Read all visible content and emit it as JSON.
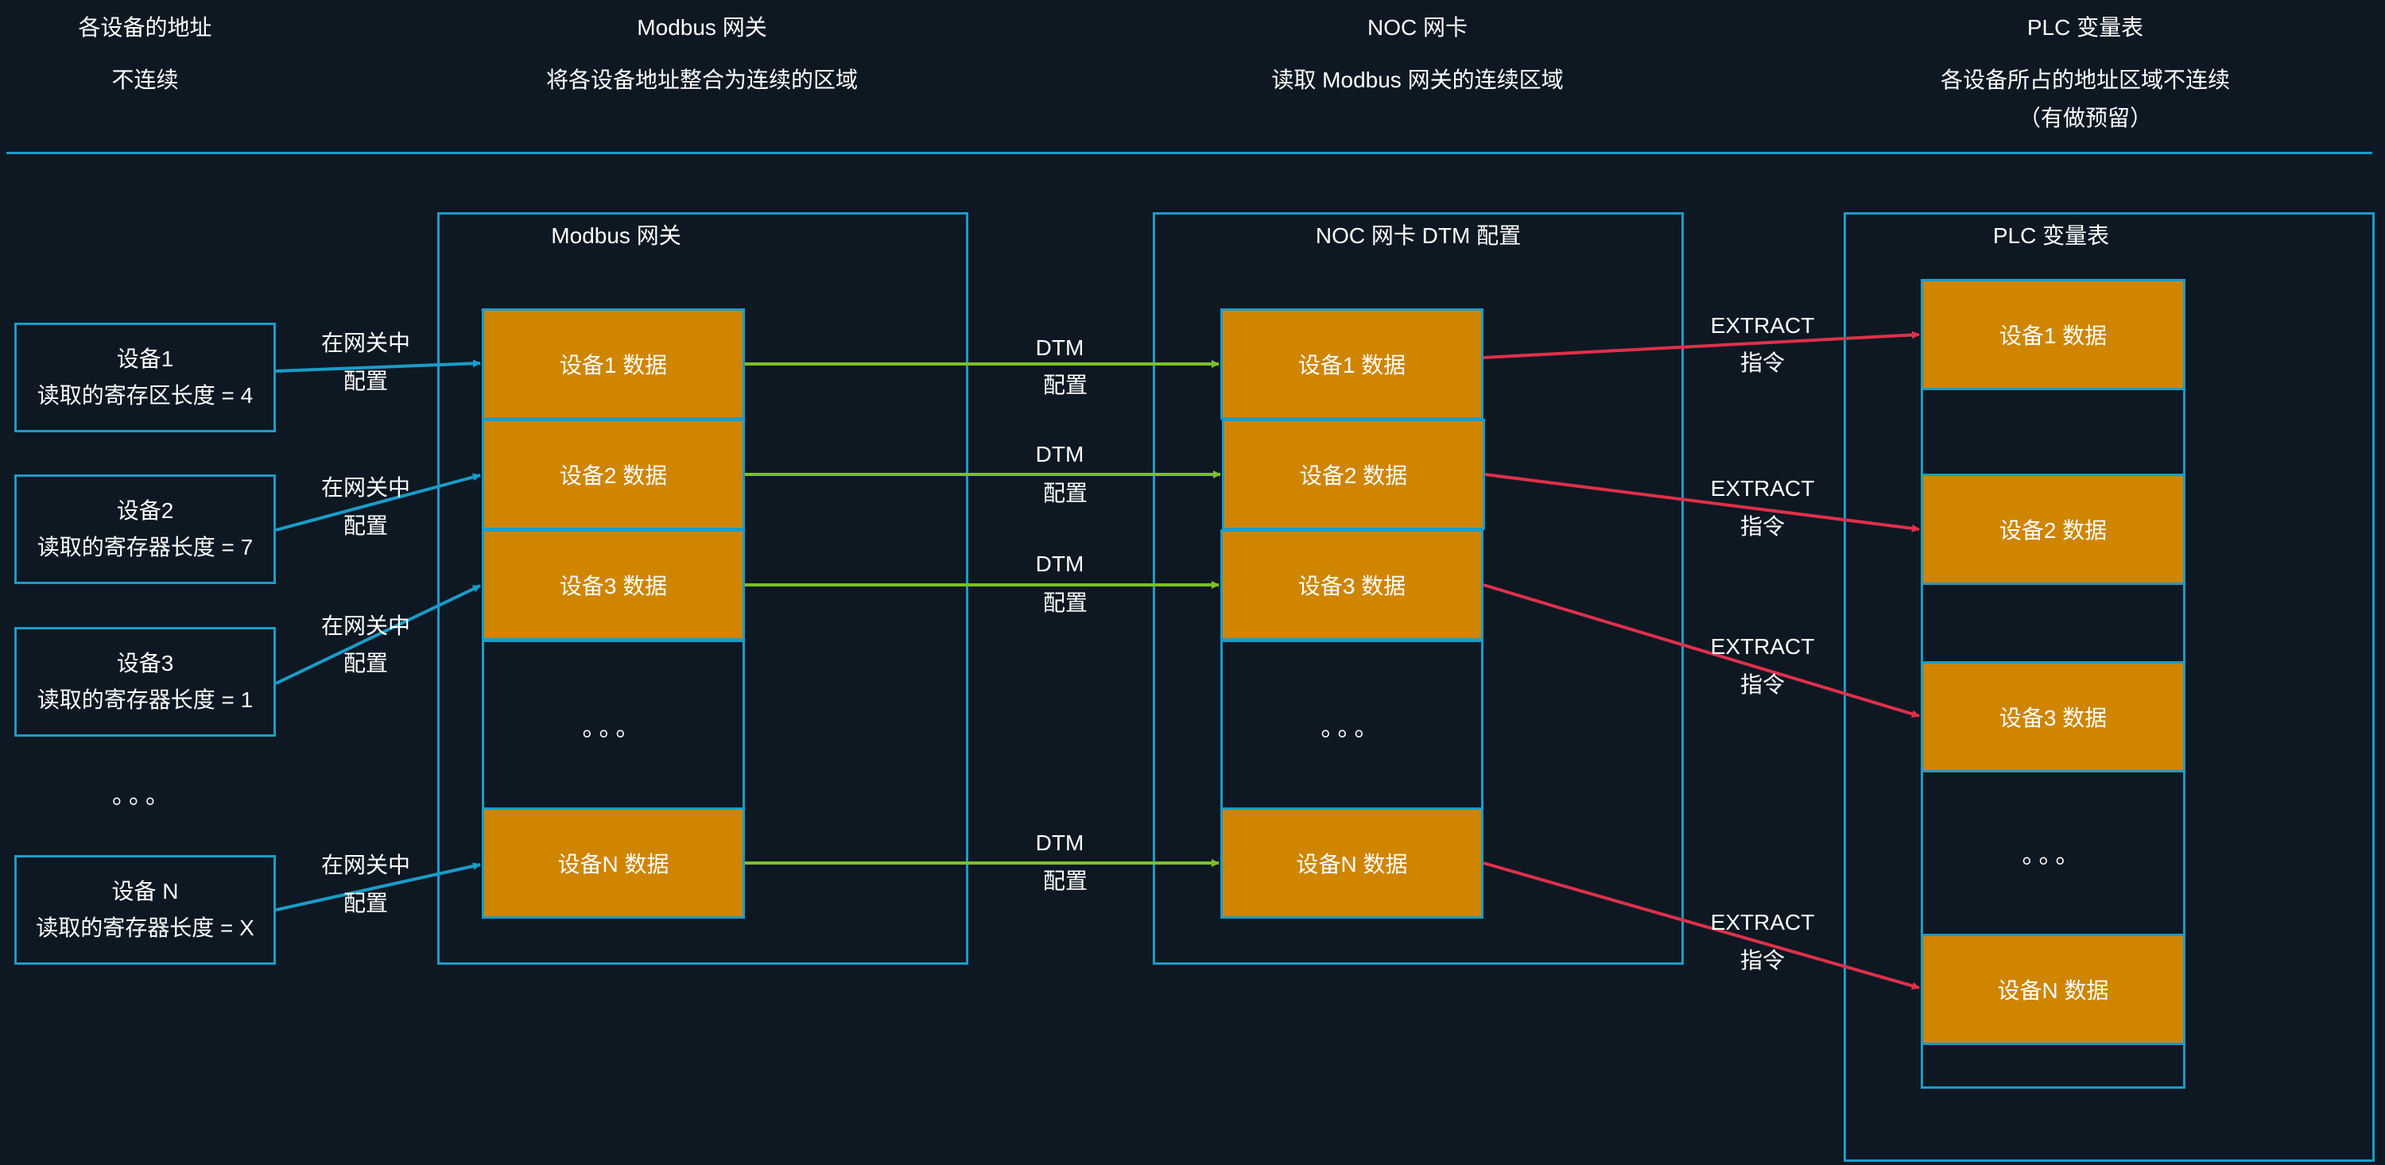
{
  "headers": [
    {
      "title": "各设备的地址",
      "lines": [
        "不连续"
      ]
    },
    {
      "title": "Modbus 网关",
      "lines": [
        "将各设备地址整合为连续的区域"
      ]
    },
    {
      "title": "NOC 网卡",
      "lines": [
        "读取 Modbus 网关的连续区域"
      ]
    },
    {
      "title": "PLC 变量表",
      "lines": [
        "各设备所占的地址区域不连续",
        "（有做预留）"
      ]
    }
  ],
  "devices": [
    {
      "name": "设备1",
      "detail": "读取的寄存区长度 = 4"
    },
    {
      "name": "设备2",
      "detail": "读取的寄存器长度 = 7"
    },
    {
      "name": "设备3",
      "detail": "读取的寄存器长度 = 1"
    },
    {
      "name": "设备 N",
      "detail": "读取的寄存器长度 = X"
    }
  ],
  "devices_ellipsis": "。。。",
  "gateway": {
    "title": "Modbus 网关",
    "blocks": [
      "设备1 数据",
      "设备2 数据",
      "设备3 数据",
      "设备N 数据"
    ],
    "ellipsis": "。。。"
  },
  "noc": {
    "title": "NOC 网卡 DTM 配置",
    "blocks": [
      "设备1 数据",
      "设备2 数据",
      "设备3 数据",
      "设备N 数据"
    ],
    "ellipsis": "。。。"
  },
  "plc": {
    "title": "PLC 变量表",
    "blocks": [
      "设备1 数据",
      "设备2 数据",
      "设备3 数据",
      "设备N 数据"
    ],
    "ellipsis": "。。。"
  },
  "link_labels": {
    "gateway_config": [
      "在网关中",
      "配置"
    ],
    "dtm_config": [
      "DTM",
      "配置"
    ],
    "extract": [
      "EXTRACT",
      "指令"
    ]
  },
  "colors": {
    "background": "#0d1823",
    "border": "#1a9cc8",
    "block": "#cf8500",
    "arrow_blue": "#1a9cc8",
    "arrow_green": "#7cc024",
    "arrow_red": "#e0304a"
  }
}
